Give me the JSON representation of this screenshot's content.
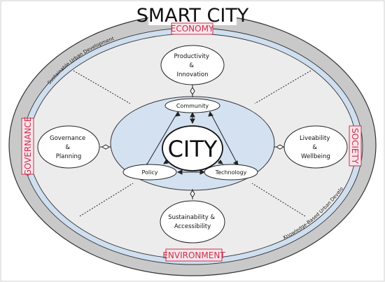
{
  "title": "SMART CITY",
  "domains": {
    "top": "ECONOMY",
    "left": "GOVERNANCE",
    "right": "SOCIETY",
    "bottom": "ENVIRONMENT"
  },
  "ring_labels": {
    "upper_left": "Sustainable Urban Development",
    "lower_right": "Knowledge-Based Urban Development"
  },
  "pillars": {
    "top": [
      "Productivity",
      "&",
      "Innovation"
    ],
    "left": [
      "Governance",
      "&",
      "Planning"
    ],
    "right": [
      "Liveability",
      "&",
      "Wellbeing"
    ],
    "bottom": [
      "Sustainability &",
      "Accessibility"
    ]
  },
  "core": {
    "center": "CITY",
    "top": "Community",
    "left": "Policy",
    "right": "Technology"
  },
  "colors": {
    "outer_ring": "#c9c9c9",
    "blue_ring": "#cfdff0",
    "inner_field": "#ececec",
    "core_ellipse": "#d3e1f1",
    "domain_label": "#c8324e",
    "outline": "#222222"
  }
}
